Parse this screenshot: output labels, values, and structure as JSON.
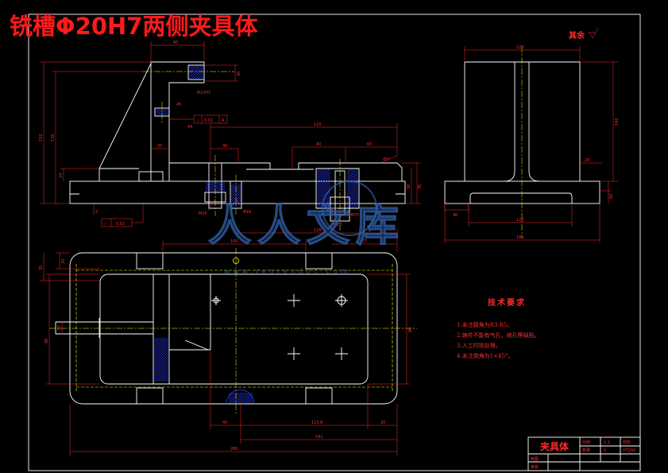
{
  "title": "铣槽Φ20H7两侧夹具体",
  "roughness_note": "其余",
  "colors": {
    "background": "#000000",
    "outline": "#ffffff",
    "dimension": "#ff2a2a",
    "centerline": "#ffff00",
    "hatch": "#2a3cff",
    "watermark": "#2f5fa7"
  },
  "front_view": {
    "dims": [
      "60",
      "30",
      "Φ12H7",
      "45",
      "44",
      "120",
      "20",
      "30",
      "40",
      "65",
      "150",
      "130",
      "10",
      "45°",
      "30",
      "35",
      "M10",
      "Φ16",
      "Φ8H7",
      "Φ20",
      "2"
    ],
    "tolerance_frames": [
      {
        "symbol": "⊥",
        "value": "0.02",
        "datum": "A"
      },
      {
        "symbol": "▱",
        "value": "0.02"
      }
    ]
  },
  "side_view": {
    "dims": [
      "120",
      "100",
      "20",
      "40",
      "60",
      "120",
      "180"
    ]
  },
  "top_view": {
    "dims": [
      "100",
      "120",
      "77",
      "20",
      "35",
      "20",
      "80",
      "80",
      "40",
      "115.8",
      "20",
      "181",
      "280"
    ]
  },
  "tech_requirements": {
    "heading": "技术要求",
    "items": [
      "1.未注圆角为R3-R5。",
      "2.铸件不能有气孔，缩孔等缺陷。",
      "3.人工时效处理。",
      "4.未注倒角为1×45°。"
    ]
  },
  "title_block": {
    "part_name": "夹具体",
    "cells": [
      "比例",
      "1:1",
      "数量",
      "1",
      "材料",
      "HT200",
      "制图",
      "审核"
    ]
  },
  "watermark": {
    "text": "人人文库",
    "url": "www.renrendoc.com"
  }
}
